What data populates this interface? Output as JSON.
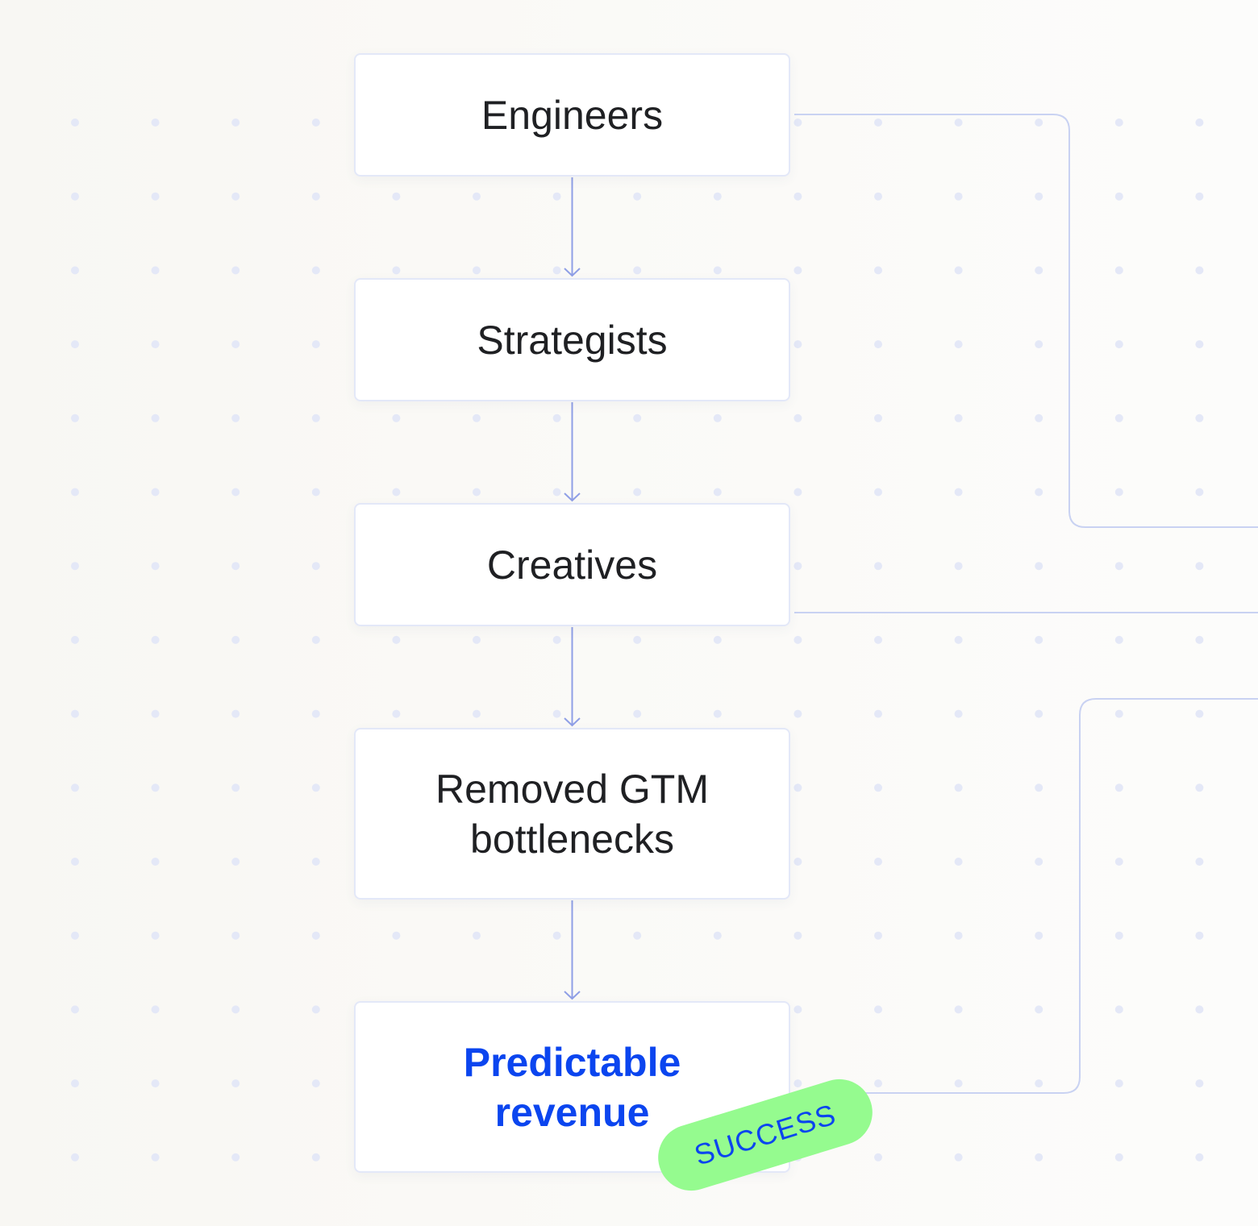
{
  "nodes": [
    {
      "label": "Engineers"
    },
    {
      "label": "Strategists"
    },
    {
      "label": "Creatives"
    },
    {
      "label": "Removed GTM bottlenecks"
    },
    {
      "label": "Predictable revenue"
    }
  ],
  "badge": {
    "label": "SUCCESS"
  },
  "colors": {
    "node_text": "#1f2023",
    "highlight_text": "#0b45ef",
    "arrow": "#8f9fe6",
    "connector": "#c9d2f2",
    "dot": "#e4e8f7",
    "node_border": "#e3e8f8",
    "badge_bg": "#95fb8f",
    "badge_text": "#0b45ef"
  }
}
